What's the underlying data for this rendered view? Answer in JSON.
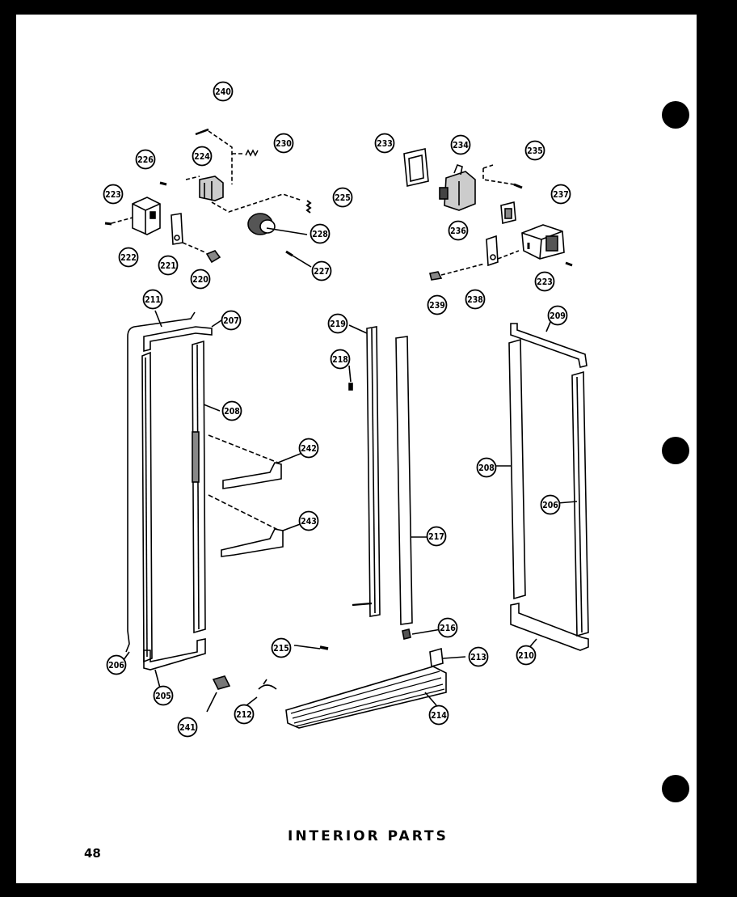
{
  "page": {
    "title": "INTERIOR PARTS",
    "number": "48"
  },
  "callouts": [
    {
      "id": "c240",
      "label": "240"
    },
    {
      "id": "c230",
      "label": "230"
    },
    {
      "id": "c226",
      "label": "226"
    },
    {
      "id": "c224",
      "label": "224"
    },
    {
      "id": "c223a",
      "label": "223"
    },
    {
      "id": "c225",
      "label": "225"
    },
    {
      "id": "c228",
      "label": "228"
    },
    {
      "id": "c222",
      "label": "222"
    },
    {
      "id": "c221",
      "label": "221"
    },
    {
      "id": "c220",
      "label": "220"
    },
    {
      "id": "c227",
      "label": "227"
    },
    {
      "id": "c233",
      "label": "233"
    },
    {
      "id": "c234",
      "label": "234"
    },
    {
      "id": "c235",
      "label": "235"
    },
    {
      "id": "c237",
      "label": "237"
    },
    {
      "id": "c236",
      "label": "236"
    },
    {
      "id": "c223b",
      "label": "223"
    },
    {
      "id": "c239",
      "label": "239"
    },
    {
      "id": "c238",
      "label": "238"
    },
    {
      "id": "c211",
      "label": "211"
    },
    {
      "id": "c207",
      "label": "207"
    },
    {
      "id": "c208a",
      "label": "208"
    },
    {
      "id": "c242",
      "label": "242"
    },
    {
      "id": "c243",
      "label": "243"
    },
    {
      "id": "c206a",
      "label": "206"
    },
    {
      "id": "c205",
      "label": "205"
    },
    {
      "id": "c241",
      "label": "241"
    },
    {
      "id": "c212",
      "label": "212"
    },
    {
      "id": "c219",
      "label": "219"
    },
    {
      "id": "c218",
      "label": "218"
    },
    {
      "id": "c217",
      "label": "217"
    },
    {
      "id": "c216",
      "label": "216"
    },
    {
      "id": "c215",
      "label": "215"
    },
    {
      "id": "c213",
      "label": "213"
    },
    {
      "id": "c214",
      "label": "214"
    },
    {
      "id": "c209",
      "label": "209"
    },
    {
      "id": "c208b",
      "label": "208"
    },
    {
      "id": "c206b",
      "label": "206"
    },
    {
      "id": "c210",
      "label": "210"
    }
  ]
}
